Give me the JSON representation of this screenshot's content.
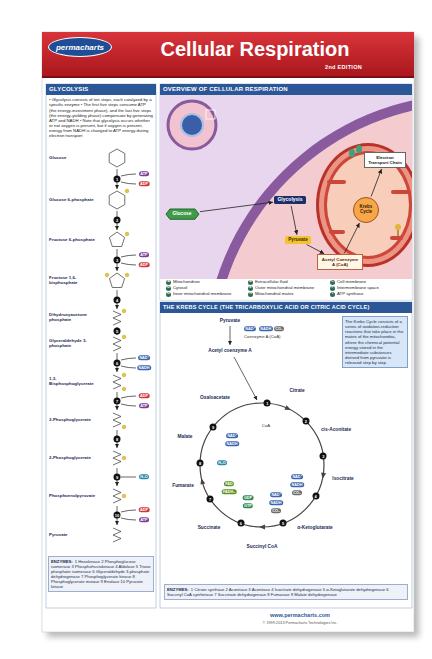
{
  "diagram": {
    "title": "Cellular Respiration",
    "nodes": [
      {
        "text": [
          "permacharts"
        ]
      },
      {
        "text": [
          "GLYCOLYSIS",
          "• Glycolysis consists of ten steps, each catalyzed by a specific enzyme • The first five steps consume ATP (the energy-investment phase), and the last five steps (the energy-yielding phase) compensate by generating ATP and NADH • Note that glycolysis occurs whether or not oxygen is present, but if oxygen is present, energy from NADH is changed to ATP energy during electron transport"
        ]
      },
      {
        "text": [
          "OVERVIEW OF CELLULAR RESPIRATION"
        ]
      },
      {
        "text": [
          "Glucose"
        ],
        "in": 2
      },
      {
        "text": [
          "Glycolysis"
        ],
        "in": 2
      },
      {
        "text": [
          "Pyruvate"
        ],
        "in": 2
      },
      {
        "text": [
          "Acetyl Coenzyme A (CoA)"
        ],
        "in": 2
      },
      {
        "text": [
          "Krebs Cycle"
        ],
        "in": 2
      },
      {
        "text": [
          "Electron Transport Chain"
        ],
        "in": 2
      },
      {
        "text": [
          "THE KREBS CYCLE (THE TRICARBOXYLIC ACID OR CITRIC ACID CYCLE)"
        ]
      },
      {
        "text": [
          "The Krebs Cycle consists of a series of oxidation-reduction reactions that take place in the matrix of the mitochondria, where the chemical potential energy stored in the intermediate substances derived from pyruvate is released step by step"
        ],
        "in": 9
      },
      {
        "text": [
          "ENZYMES:",
          "1 Hexokinase 2 Phosphoglucose isomerase 3 Phosphofructokinase 4 Aldolase 5 Triose phosphate isomerase 6 Glyceraldehyde 3-phosphate dehydrogenase 7 Phosphoglycerate kinase 8 Phosphoglycerate mutase 9 Enolase 10 Pyruvate kinase"
        ],
        "in": 1
      },
      {
        "text": [
          "ENZYMES:",
          "1 Citrate synthase 2 Aconitase 3 Aconitase 4 Isocitrate dehydrogenase 5 α-Ketoglutarate dehydrogenase 6 Succinyl CoA synthetase 7 Succinate dehydrogenase 8 Fumarase 9 Malate dehydrogenase"
        ],
        "in": 9
      }
    ],
    "edges": [
      {
        "from": 3,
        "to": 4,
        "arrow": "to"
      },
      {
        "from": 4,
        "to": 5,
        "arrow": "to"
      },
      {
        "from": 5,
        "to": 6,
        "arrow": "to"
      },
      {
        "from": 6,
        "to": 7,
        "arrow": "to"
      },
      {
        "from": 7,
        "to": 8,
        "arrow": "to"
      }
    ],
    "labels": [
      "Glucose",
      "1",
      "ATP",
      "ADP",
      "Glucose 6-phosphate",
      "2",
      "Fructose 6-phosphate",
      "3",
      "ATP",
      "ADP",
      "Fructose 1,6-bisphosphate",
      "4",
      "Dihydroxyacetone phosphate",
      "5",
      "Glyceraldehyde 3-phosphate",
      "6",
      "NAD⁺",
      "NADH",
      "1,3-Bisphosphoglycerate",
      "7",
      "ADP",
      "ATP",
      "3-Phosphoglycerate",
      "8",
      "2-Phosphoglycerate",
      "9",
      "H₂O",
      "Phosphoenolpyruvate",
      "10",
      "ADP",
      "ATP",
      "Pyruvate",
      "A",
      "B",
      "C",
      "D",
      "E",
      "F",
      "G",
      "H",
      "I",
      "Pyruvate",
      "NAD⁺",
      "NADH",
      "CO₂",
      "Coenzyme A (CoA)",
      "Acetyl coenzyme A",
      "1",
      "CoA",
      "Citrate",
      "2",
      "cis-Aconitate",
      "3",
      "Isocitrate",
      "4",
      "NAD⁺",
      "NADH",
      "CO₂",
      "α-Ketoglutarate",
      "5",
      "NAD⁺",
      "NADH",
      "CO₂",
      "Succinyl CoA",
      "6",
      "GDP",
      "GTP",
      "Succinate",
      "7",
      "FAD",
      "FADH₂",
      "Fumarate",
      "8",
      "H₂O",
      "Malate",
      "9",
      "NAD⁺",
      "NADH",
      "Oxaloacetate",
      "www.permacharts.com",
      "© 1999-2013 Permacharts Technologies Inc.",
      "2nd EDITION"
    ],
    "legend": [
      {
        "text": "Mitochondrion"
      },
      {
        "text": "Extracellular fluid"
      },
      {
        "text": "Cell membrane"
      },
      {
        "text": "Cytosol"
      },
      {
        "text": "Outer mitochondrial membrane"
      },
      {
        "text": "Intermembrane space"
      },
      {
        "text": "Inner mitochondrial membrane"
      },
      {
        "text": "Mitochondrial matrix"
      },
      {
        "text": "ATP synthase"
      }
    ]
  }
}
